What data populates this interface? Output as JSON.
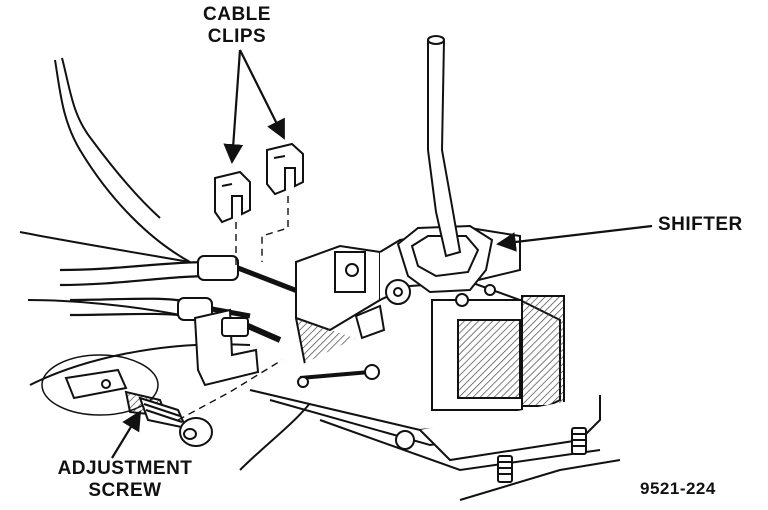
{
  "labels": {
    "cable_clips_line1": "CABLE",
    "cable_clips_line2": "CLIPS",
    "shifter": "SHIFTER",
    "adjustment_line1": "ADJUSTMENT",
    "adjustment_line2": "SCREW",
    "figure_number": "9521-224"
  },
  "colors": {
    "ink": "#111111",
    "paper": "#ffffff",
    "shade": "#8a8a8a"
  }
}
